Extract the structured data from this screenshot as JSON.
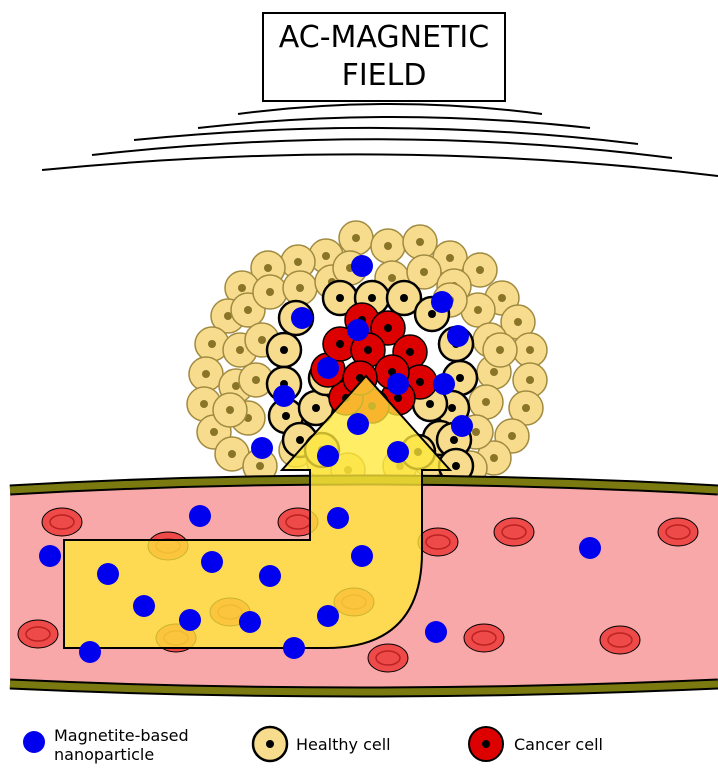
{
  "title": {
    "line1": "AC-MAGNETIC",
    "line2": "FIELD"
  },
  "legend": {
    "nanoparticle": {
      "line1": "Magnetite-based",
      "line2": "nanoparticle"
    },
    "healthy": "Healthy cell",
    "cancer": "Cancer cell"
  },
  "colors": {
    "nanoparticle": "#0000ee",
    "healthy_cell": "#f7dc8e",
    "cancer_cell": "#dd0000",
    "blood_cell": "#ee4a4a",
    "vessel_interior": "#f8a8a8",
    "vessel_wall": "#7a7a10",
    "arrow": "#ffe83a"
  }
}
